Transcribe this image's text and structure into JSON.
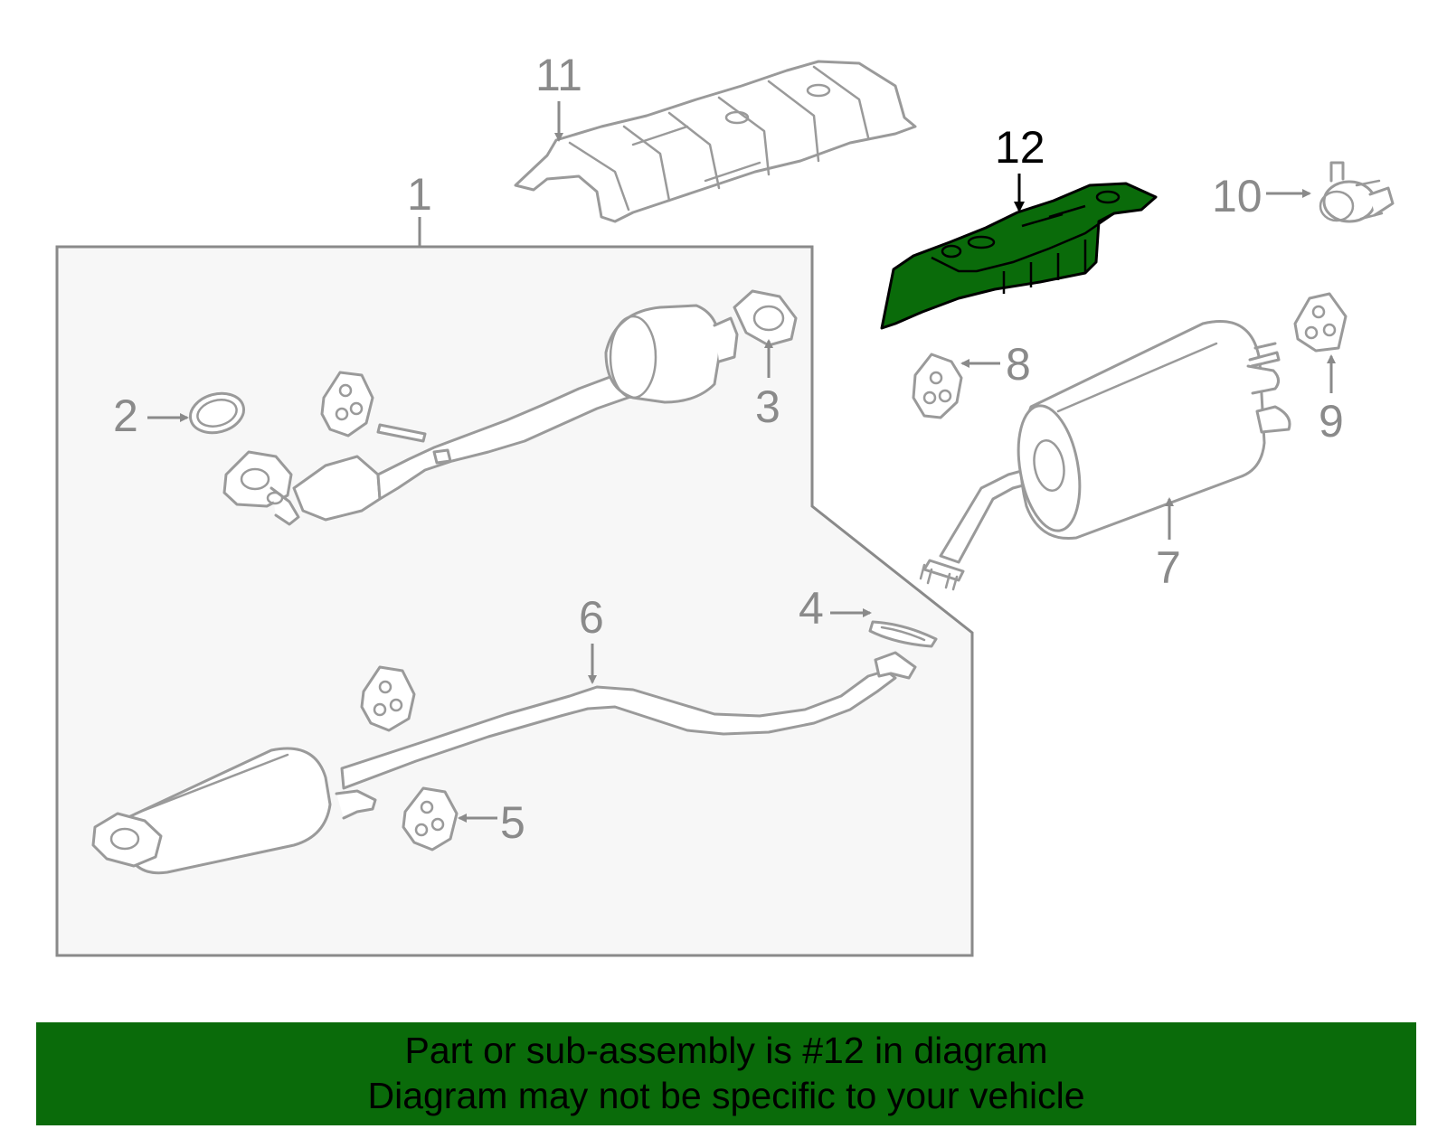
{
  "diagram": {
    "callouts": {
      "c1": "1",
      "c2": "2",
      "c3": "3",
      "c4": "4",
      "c5": "5",
      "c6": "6",
      "c7": "7",
      "c8": "8",
      "c9": "9",
      "c10": "10",
      "c11": "11",
      "c12": "12"
    },
    "highlight_color": "#0a6b0a",
    "box_fill": "#f7f7f7",
    "line_color": "#9a9a9a"
  },
  "banner": {
    "line1": "Part or sub-assembly is #12 in diagram",
    "line2": "Diagram may not be specific to your vehicle",
    "color": "#0a6b0a"
  }
}
